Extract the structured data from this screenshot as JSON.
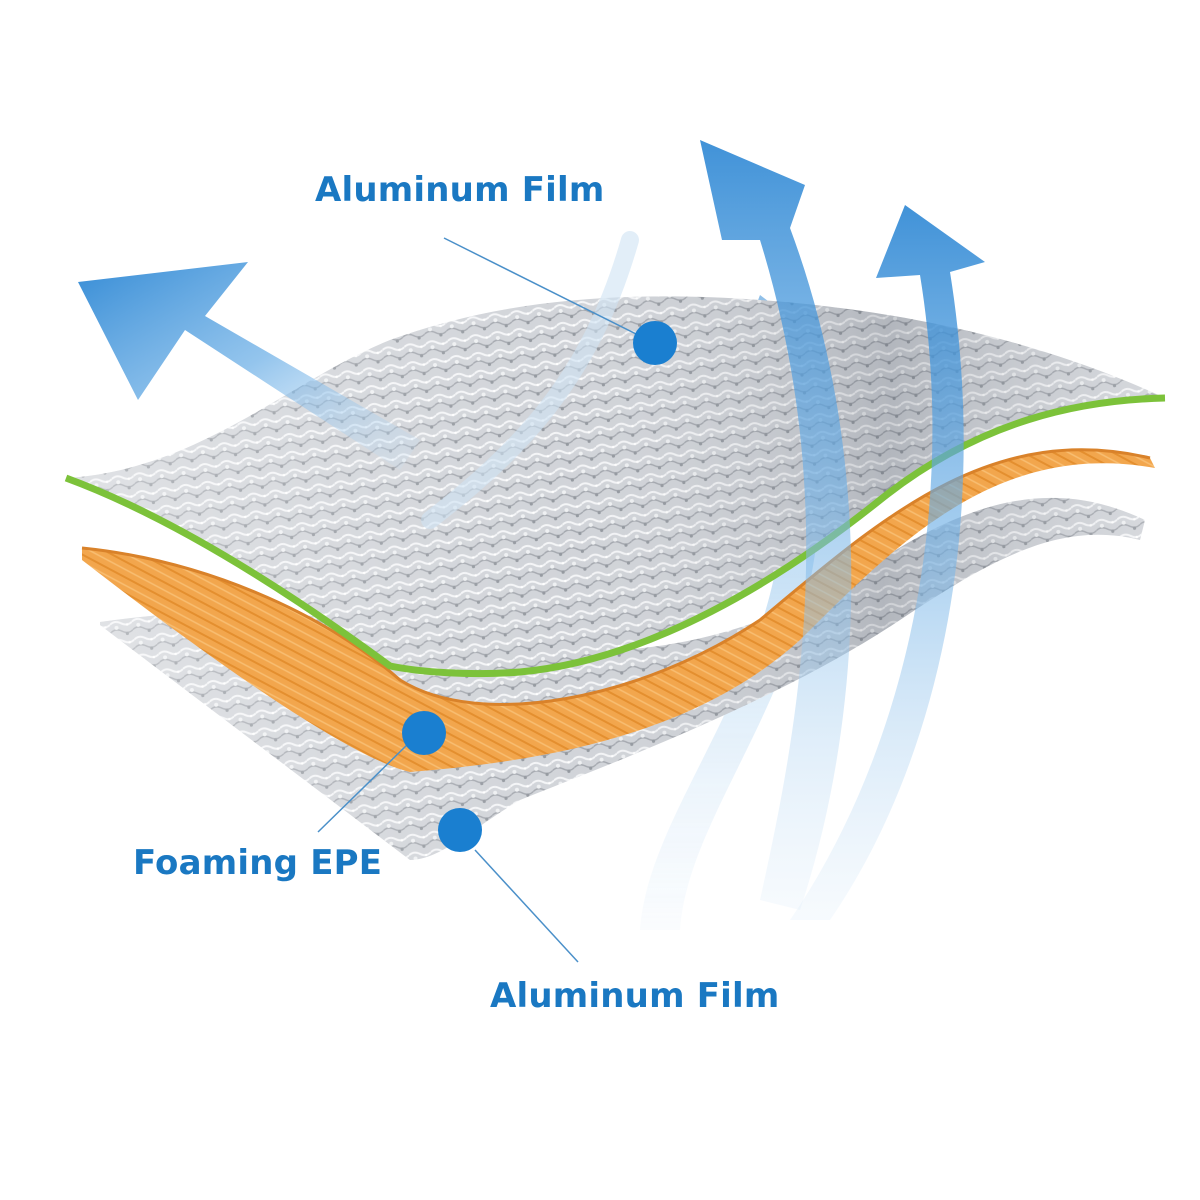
{
  "labels": {
    "top_aluminum_film": "Aluminum Film",
    "foaming_epe": "Foaming EPE",
    "bottom_aluminum_film": "Aluminum Film"
  },
  "colors": {
    "label_text": "#1a78c2",
    "marker": "#1a7fd0",
    "leader_line": "#4b90c9",
    "arrow_blue": "#2f8ad6",
    "arrow_light": "#bfdcf3",
    "green_edge": "#7cc23a",
    "foam_orange": "#f0a44a",
    "foil_silver": "#c9ccd1"
  },
  "icons": {
    "arrow": "heat-reflection-arrow",
    "marker": "layer-marker-dot"
  }
}
